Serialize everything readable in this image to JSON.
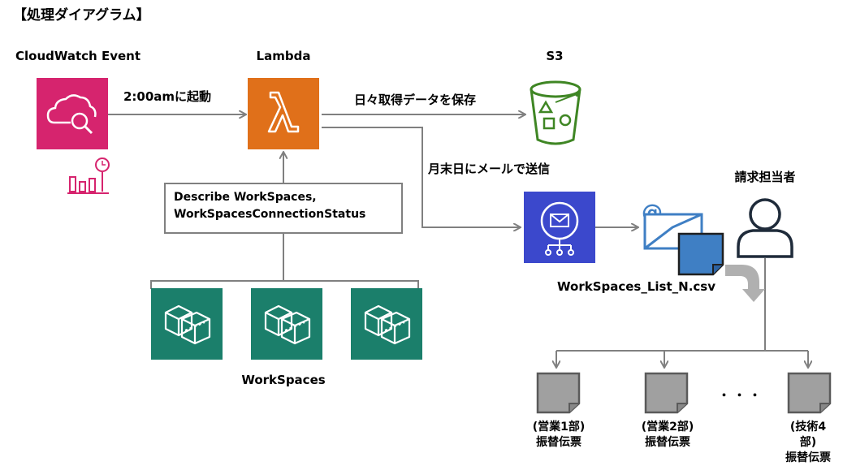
{
  "title": "【処理ダイアグラム】",
  "nodes": {
    "cloudwatch": {
      "label": "CloudWatch Event"
    },
    "lambda": {
      "label": "Lambda"
    },
    "s3": {
      "label": "S3"
    },
    "billing": {
      "label": "請求担当者"
    },
    "workspaces": {
      "label": "WorkSpaces"
    },
    "csv": {
      "label": "WorkSpaces_List_N.csv"
    }
  },
  "edges": {
    "trigger": "2:00amに起動",
    "save": "日々取得データを保存",
    "mail": "月末日にメールで送信"
  },
  "describe_box": {
    "line1": "Describe WorkSpaces,",
    "line2": "WorkSpacesConnectionStatus"
  },
  "departments": [
    {
      "line1": "(営業1部)",
      "line2": "振替伝票"
    },
    {
      "line1": "(営業2部)",
      "line2": "振替伝票"
    },
    {
      "line1": "(技術4部)",
      "line2": "振替伝票"
    }
  ],
  "ellipsis": "・・・",
  "colors": {
    "cloudwatch": "#d6246e",
    "lambda": "#e0701a",
    "s3": "#3f8624",
    "sns": "#3b48cc",
    "workspaces": "#1b7f6b",
    "doc_blue": "#3f7fc4",
    "doc_gray": "#a0a0a0",
    "line": "#808080"
  }
}
